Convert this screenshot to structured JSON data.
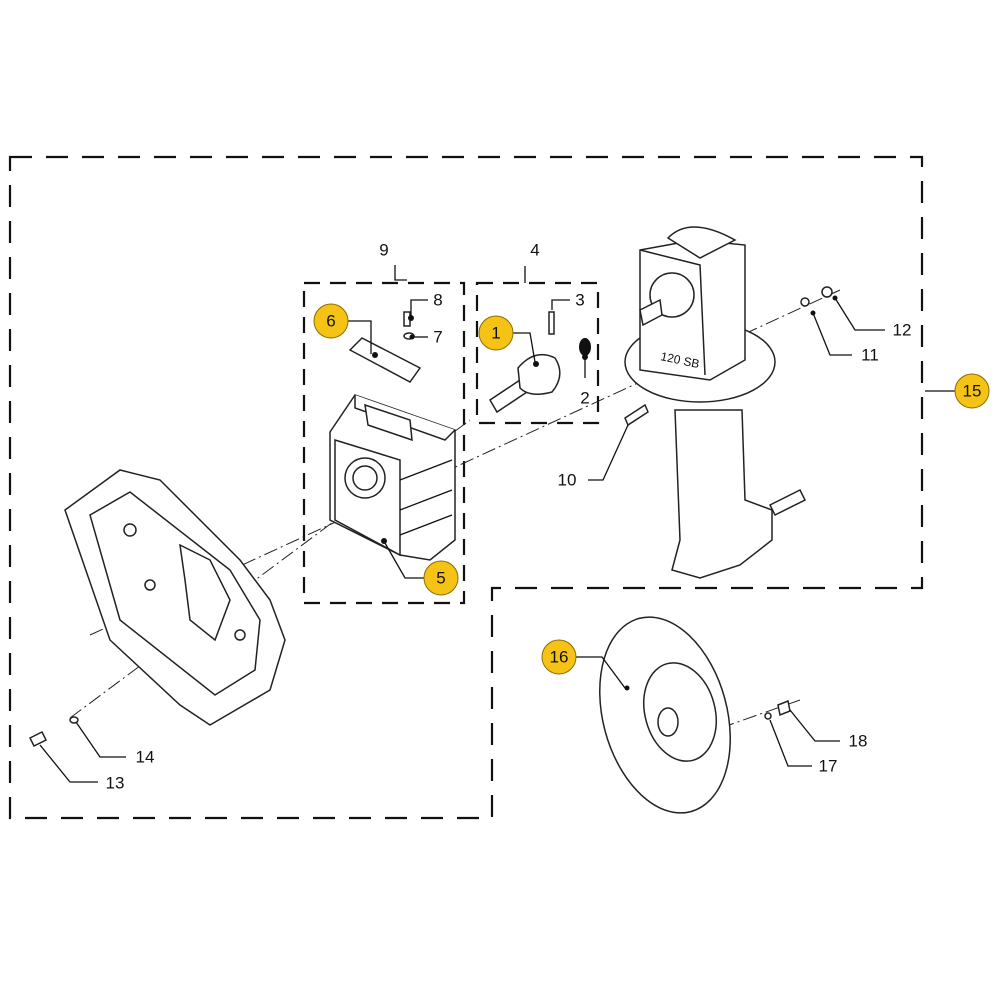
{
  "diagram": {
    "callout_color": "#f5c316",
    "stamp_text": "120 SB",
    "callouts": {
      "c1": "1",
      "c2": "2",
      "c3": "3",
      "c4": "4",
      "c5": "5",
      "c6": "6",
      "c7": "7",
      "c8": "8",
      "c9": "9",
      "c10": "10",
      "c11": "11",
      "c12": "12",
      "c13": "13",
      "c14": "14",
      "c15": "15",
      "c16": "16",
      "c17": "17",
      "c18": "18"
    },
    "highlighted": [
      "1",
      "5",
      "6",
      "15",
      "16"
    ]
  }
}
